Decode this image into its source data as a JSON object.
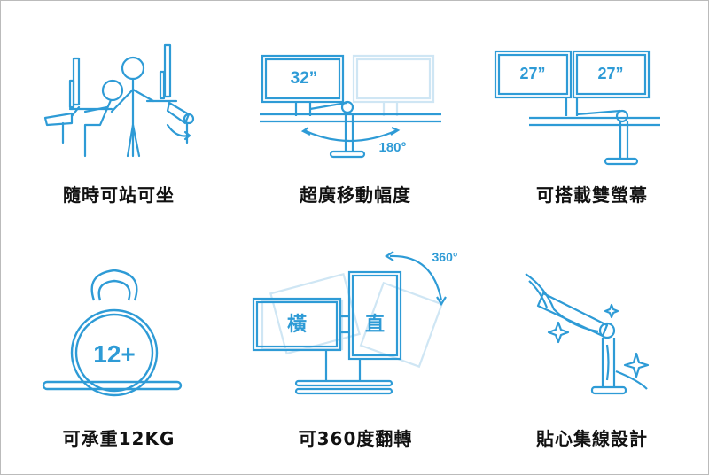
{
  "accent_color": "#2e9bd6",
  "features": [
    {
      "label": "隨時可站可坐",
      "icon": "sit-stand-icon"
    },
    {
      "label": "超廣移動幅度",
      "icon": "swivel-range-icon",
      "screen_size": "32”",
      "angle": "180°"
    },
    {
      "label": "可搭載雙螢幕",
      "icon": "dual-monitor-icon",
      "screen_sizes": [
        "27”",
        "27”"
      ]
    },
    {
      "label": "可承重12KG",
      "icon": "kettlebell-icon",
      "weight_badge": "12+"
    },
    {
      "label": "可360度翻轉",
      "icon": "rotate-icon",
      "angle": "360°",
      "landscape": "橫",
      "portrait": "直"
    },
    {
      "label": "貼心集線設計",
      "icon": "cable-management-icon"
    }
  ]
}
